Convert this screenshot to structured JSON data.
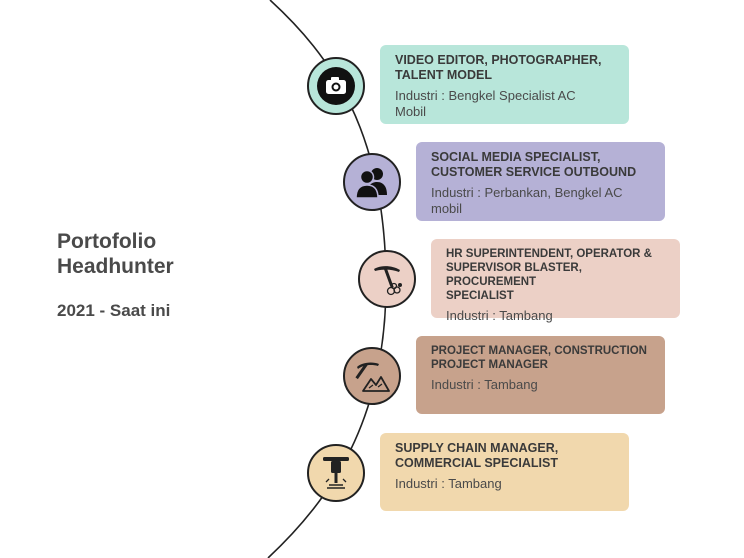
{
  "heading": {
    "title": "Portofolio\nHeadhunter",
    "period": "2021 - Saat ini"
  },
  "colors": {
    "line": "#222222",
    "card_1": "#b8e6da",
    "card_2": "#b5b1d6",
    "card_3": "#ecd0c6",
    "card_4": "#c7a28c",
    "card_5": "#f1d8ad"
  },
  "timeline": [
    {
      "icon": "camera-icon",
      "role": "VIDEO EDITOR, PHOTOGRAPHER,\nTALENT MODEL",
      "industry": "Industri : Bengkel Specialist AC\nMobil"
    },
    {
      "icon": "people-icon",
      "role": "SOCIAL MEDIA SPECIALIST,\nCUSTOMER SERVICE OUTBOUND",
      "industry": "Industri : Perbankan, Bengkel AC\nmobil"
    },
    {
      "icon": "pickaxe-rocks-icon",
      "role": "HR SUPERINTENDENT, OPERATOR &\nSUPERVISOR BLASTER, PROCUREMENT\nSPECIALIST",
      "industry": "Industri : Tambang"
    },
    {
      "icon": "pickaxe-mountain-icon",
      "role": "PROJECT MANAGER, CONSTRUCTION\nPROJECT MANAGER",
      "industry": "Industri : Tambang"
    },
    {
      "icon": "jackhammer-icon",
      "role": "SUPPLY CHAIN MANAGER,\nCOMMERCIAL SPECIALIST",
      "industry": "Industri : Tambang"
    }
  ]
}
